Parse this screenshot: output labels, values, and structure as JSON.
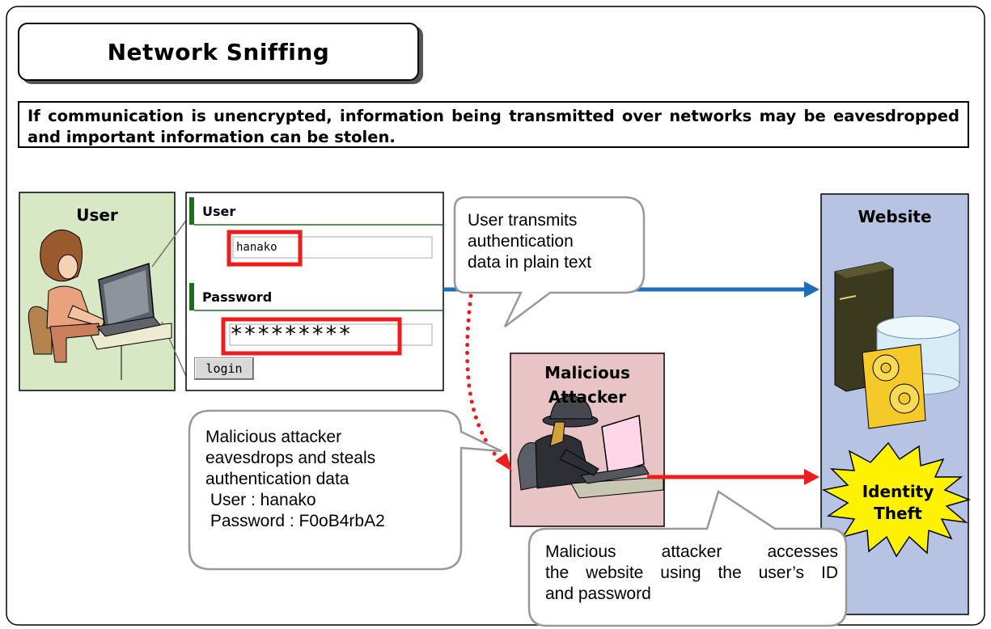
{
  "title": "Network Sniffing",
  "intro": "If communication is unencrypted, information being transmitted over networks may be eavesdropped and important information can be stolen.",
  "user_panel": {
    "label": "User"
  },
  "login_form": {
    "user_label": "User",
    "user_value": "hanako",
    "password_label": "Password",
    "password_value": "*********",
    "login_button": "login"
  },
  "bubble_transmit": [
    "User transmits",
    "authentication",
    "data in plain text"
  ],
  "attacker_panel": {
    "label_line1": "Malicious",
    "label_line2": "Attacker"
  },
  "bubble_steal": {
    "lines": [
      "Malicious attacker",
      "eavesdrops and steals",
      "authentication data"
    ],
    "user_line": " User : hanako",
    "password_line": " Password : F0oB4rbA2"
  },
  "bubble_access": [
    "Malicious attacker accesses",
    "the website using the user’s ID",
    "and password"
  ],
  "website_panel": {
    "label": "Website"
  },
  "burst": {
    "line1": "Identity",
    "line2": "Theft"
  },
  "colors": {
    "user_panel": "#d9e8c4",
    "website_panel": "#b7c3e2",
    "attacker_panel": "#e9c4c6",
    "legit_arrow": "#1f6fb8",
    "attack_arrow": "#ee1c1c",
    "highlight": "#ee1c1c",
    "form_accent": "#1f6e1f",
    "burst_fill": "#fff200"
  },
  "icons": [
    "woman-at-laptop-icon",
    "hooded-attacker-icon",
    "server-icon",
    "database-icon",
    "gear-box-icon",
    "explosion-burst-icon"
  ]
}
